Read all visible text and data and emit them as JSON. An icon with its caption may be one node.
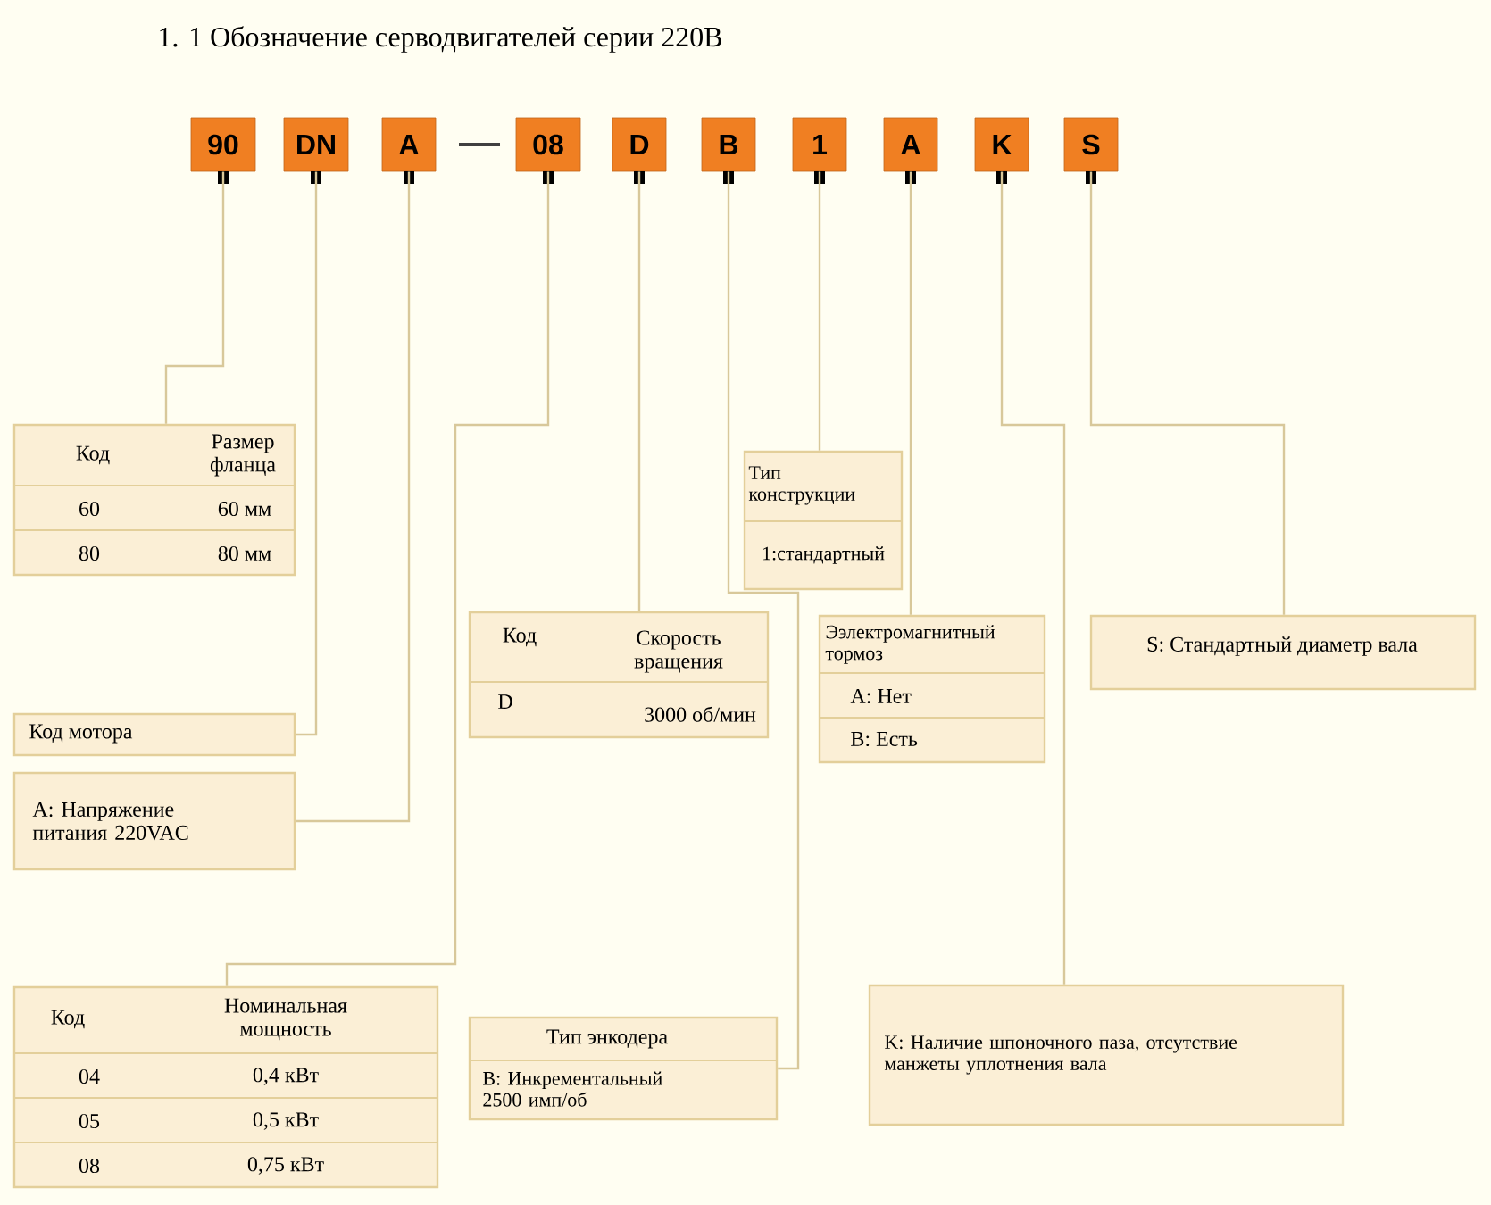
{
  "diagram": {
    "title": "1. 1 Обозначение серводвигателей серии 220В",
    "nodes": [
      {
        "text": [
          "90"
        ]
      },
      {
        "text": [
          "DN"
        ]
      },
      {
        "text": [
          "A"
        ]
      },
      {
        "text": [
          "08"
        ]
      },
      {
        "text": [
          "D"
        ]
      },
      {
        "text": [
          "B"
        ]
      },
      {
        "text": [
          "1"
        ]
      },
      {
        "text": [
          "A"
        ]
      },
      {
        "text": [
          "K"
        ]
      },
      {
        "text": [
          "S"
        ]
      },
      {
        "text": [
          "Код",
          "Размер фланца",
          "60",
          "60 мм",
          "80",
          "80 мм"
        ]
      },
      {
        "text": [
          "Код мотора"
        ]
      },
      {
        "text": [
          "A: Напряжение питания 220VAC"
        ]
      },
      {
        "text": [
          "Код",
          "Номинальная мощность",
          "04",
          "0,4 кВт",
          "05",
          "0,5 кВт",
          "08",
          "0,75 кВт"
        ]
      },
      {
        "text": [
          "Код",
          "Скорость вращения",
          "D",
          "3000 об/мин"
        ]
      },
      {
        "text": [
          "Тип энкодера",
          "B: Инкрементальный 2500 имп/об"
        ]
      },
      {
        "text": [
          "Тип конструкции",
          "1:стандартный"
        ]
      },
      {
        "text": [
          "Ээлектромагнитный тормоз",
          "A: Нет",
          "B: Есть"
        ]
      },
      {
        "text": [
          "K: Наличие шпоночного паза, отсутствие манжеты уплотнения вала"
        ]
      },
      {
        "text": [
          "S: Стандартный диаметр вала"
        ]
      }
    ],
    "edges": [
      {
        "from": 0,
        "to": 10,
        "arrow": "none"
      },
      {
        "from": 1,
        "to": 11,
        "arrow": "none"
      },
      {
        "from": 2,
        "to": 12,
        "arrow": "none"
      },
      {
        "from": 3,
        "to": 13,
        "arrow": "none"
      },
      {
        "from": 4,
        "to": 14,
        "arrow": "none"
      },
      {
        "from": 5,
        "to": 15,
        "arrow": "none"
      },
      {
        "from": 6,
        "to": 16,
        "arrow": "none"
      },
      {
        "from": 7,
        "to": 17,
        "arrow": "none"
      },
      {
        "from": 8,
        "to": 18,
        "arrow": "none"
      },
      {
        "from": 9,
        "to": 19,
        "arrow": "none"
      }
    ]
  }
}
